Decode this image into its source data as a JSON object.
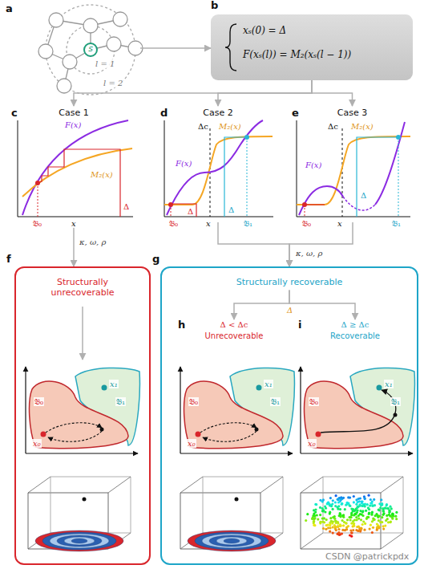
{
  "diagram": {
    "nodes": [
      {
        "text": [
          "a"
        ]
      },
      {
        "text": [
          "s"
        ],
        "in": 0
      },
      {
        "text": [
          "b",
          "xₛ(0) = Δ",
          "F(xₛ(l)) = M₂(xₛ(l − 1))"
        ]
      },
      {
        "text": [
          "c",
          "Case 1"
        ]
      },
      {
        "text": [
          "d",
          "Case 2"
        ]
      },
      {
        "text": [
          "e",
          "Case 3"
        ]
      },
      {
        "text": [
          "f",
          "Structurally unrecoverable"
        ]
      },
      {
        "text": [
          "g",
          "Structurally recoverable"
        ]
      },
      {
        "text": [
          "h",
          "Δ < Δc",
          "Unrecoverable"
        ],
        "in": 7
      },
      {
        "text": [
          "i",
          "Δ ≥ Δc",
          "Recoverable"
        ],
        "in": 7
      }
    ],
    "edges": [
      {
        "from": 0,
        "to": 2,
        "arrow": "to"
      },
      {
        "from": 2,
        "to": 3,
        "arrow": "to"
      },
      {
        "from": 2,
        "to": 4,
        "arrow": "to"
      },
      {
        "from": 2,
        "to": 5,
        "arrow": "to"
      },
      {
        "from": 3,
        "to": 6,
        "label": "κ, ω, ρ",
        "arrow": "to"
      },
      {
        "from": 4,
        "to": 7,
        "label": "κ, ω, ρ",
        "arrow": "to"
      },
      {
        "from": 5,
        "to": 7,
        "arrow": "to"
      },
      {
        "from": 7,
        "to": 8,
        "label": "Δ",
        "arrow": "to"
      },
      {
        "from": 7,
        "to": 9,
        "arrow": "to"
      }
    ],
    "labels": [
      "l = 1",
      "l = 2",
      "F(x)",
      "M₂(x)",
      "𝔅₀",
      "x",
      "Δ",
      "Δc",
      "M₂(x)",
      "F(x)",
      "𝔅₀",
      "Δ",
      "x",
      "Δ",
      "𝔅₁",
      "Δc",
      "M₂(x)",
      "F(x)",
      "𝔅₀",
      "x",
      "Δ",
      "𝔅₁",
      "𝔅₀",
      "x₀",
      "x₁",
      "𝔅₁",
      "𝔅₀",
      "x₀",
      "x₁",
      "𝔅₁",
      "𝔅₀",
      "x₀",
      "x₁",
      "𝔅₁",
      "CSDN @patrickpdx"
    ]
  }
}
